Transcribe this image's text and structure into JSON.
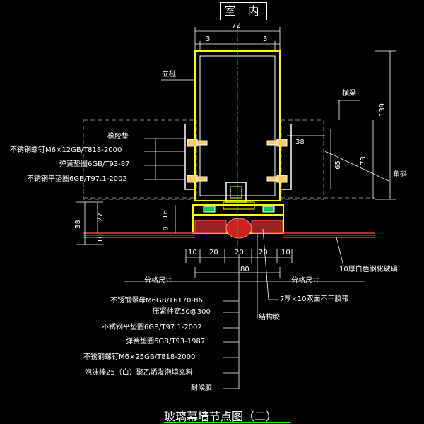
{
  "header": {
    "title": "室 内"
  },
  "footer": {
    "title": "玻璃幕墙节点图（二）"
  },
  "dimensions": {
    "top_width": "72",
    "top_left": "3",
    "top_right": "3",
    "right_139": "139",
    "right_73": "73",
    "inner_38": "38",
    "inner_65": "65",
    "left_38": "38",
    "left_27": "27",
    "left_16": "16",
    "left_8": "8",
    "left_10": "10",
    "bot_10a": "10",
    "bot_20a": "20",
    "bot_20b": "20",
    "bot_20c": "20",
    "bot_10b": "10",
    "bot_80": "80"
  },
  "labels": {
    "mullion": "立梃",
    "transom": "横梁",
    "rubber_pad": "橡胶垫",
    "screw_12": "不锈钢螺钉M6×12GB/T818-2000",
    "spring_washer_87": "弹簧垫圈6GB/T93-87",
    "flat_washer_2002": "不锈钢平垫圈6GB/T97.1-2002",
    "corner_code": "角码",
    "glass": "10厚白色钢化玻璃",
    "tape": "7厚×10双面不干胶带",
    "structural_glue": "结构胶",
    "grid_left": "分格尺寸",
    "grid_right": "分格尺寸",
    "nut": "不锈钢螺母M6GB/T6170-86",
    "press_plate": "压紧件宽50@300",
    "flat_washer": "不锈钢平垫圈6GB/T97.1-2002",
    "spring_washer": "弹簧垫圈6GB/T93-1987",
    "screw_25": "不锈钢螺钉M6×25GB/T818-2000",
    "foam_rod": "泡沫棒25（白）聚乙烯发泡填充料",
    "weather_seal": "耐候胶"
  },
  "colors": {
    "background": "#000000",
    "outline": "#ffffff",
    "profile": "#ffff00",
    "leader": "#ffffff",
    "hidden": "#888888",
    "glass": "#ff3333",
    "bolt": "#ffcc66",
    "glue": "#cc2222",
    "accent": "#00ff00"
  }
}
